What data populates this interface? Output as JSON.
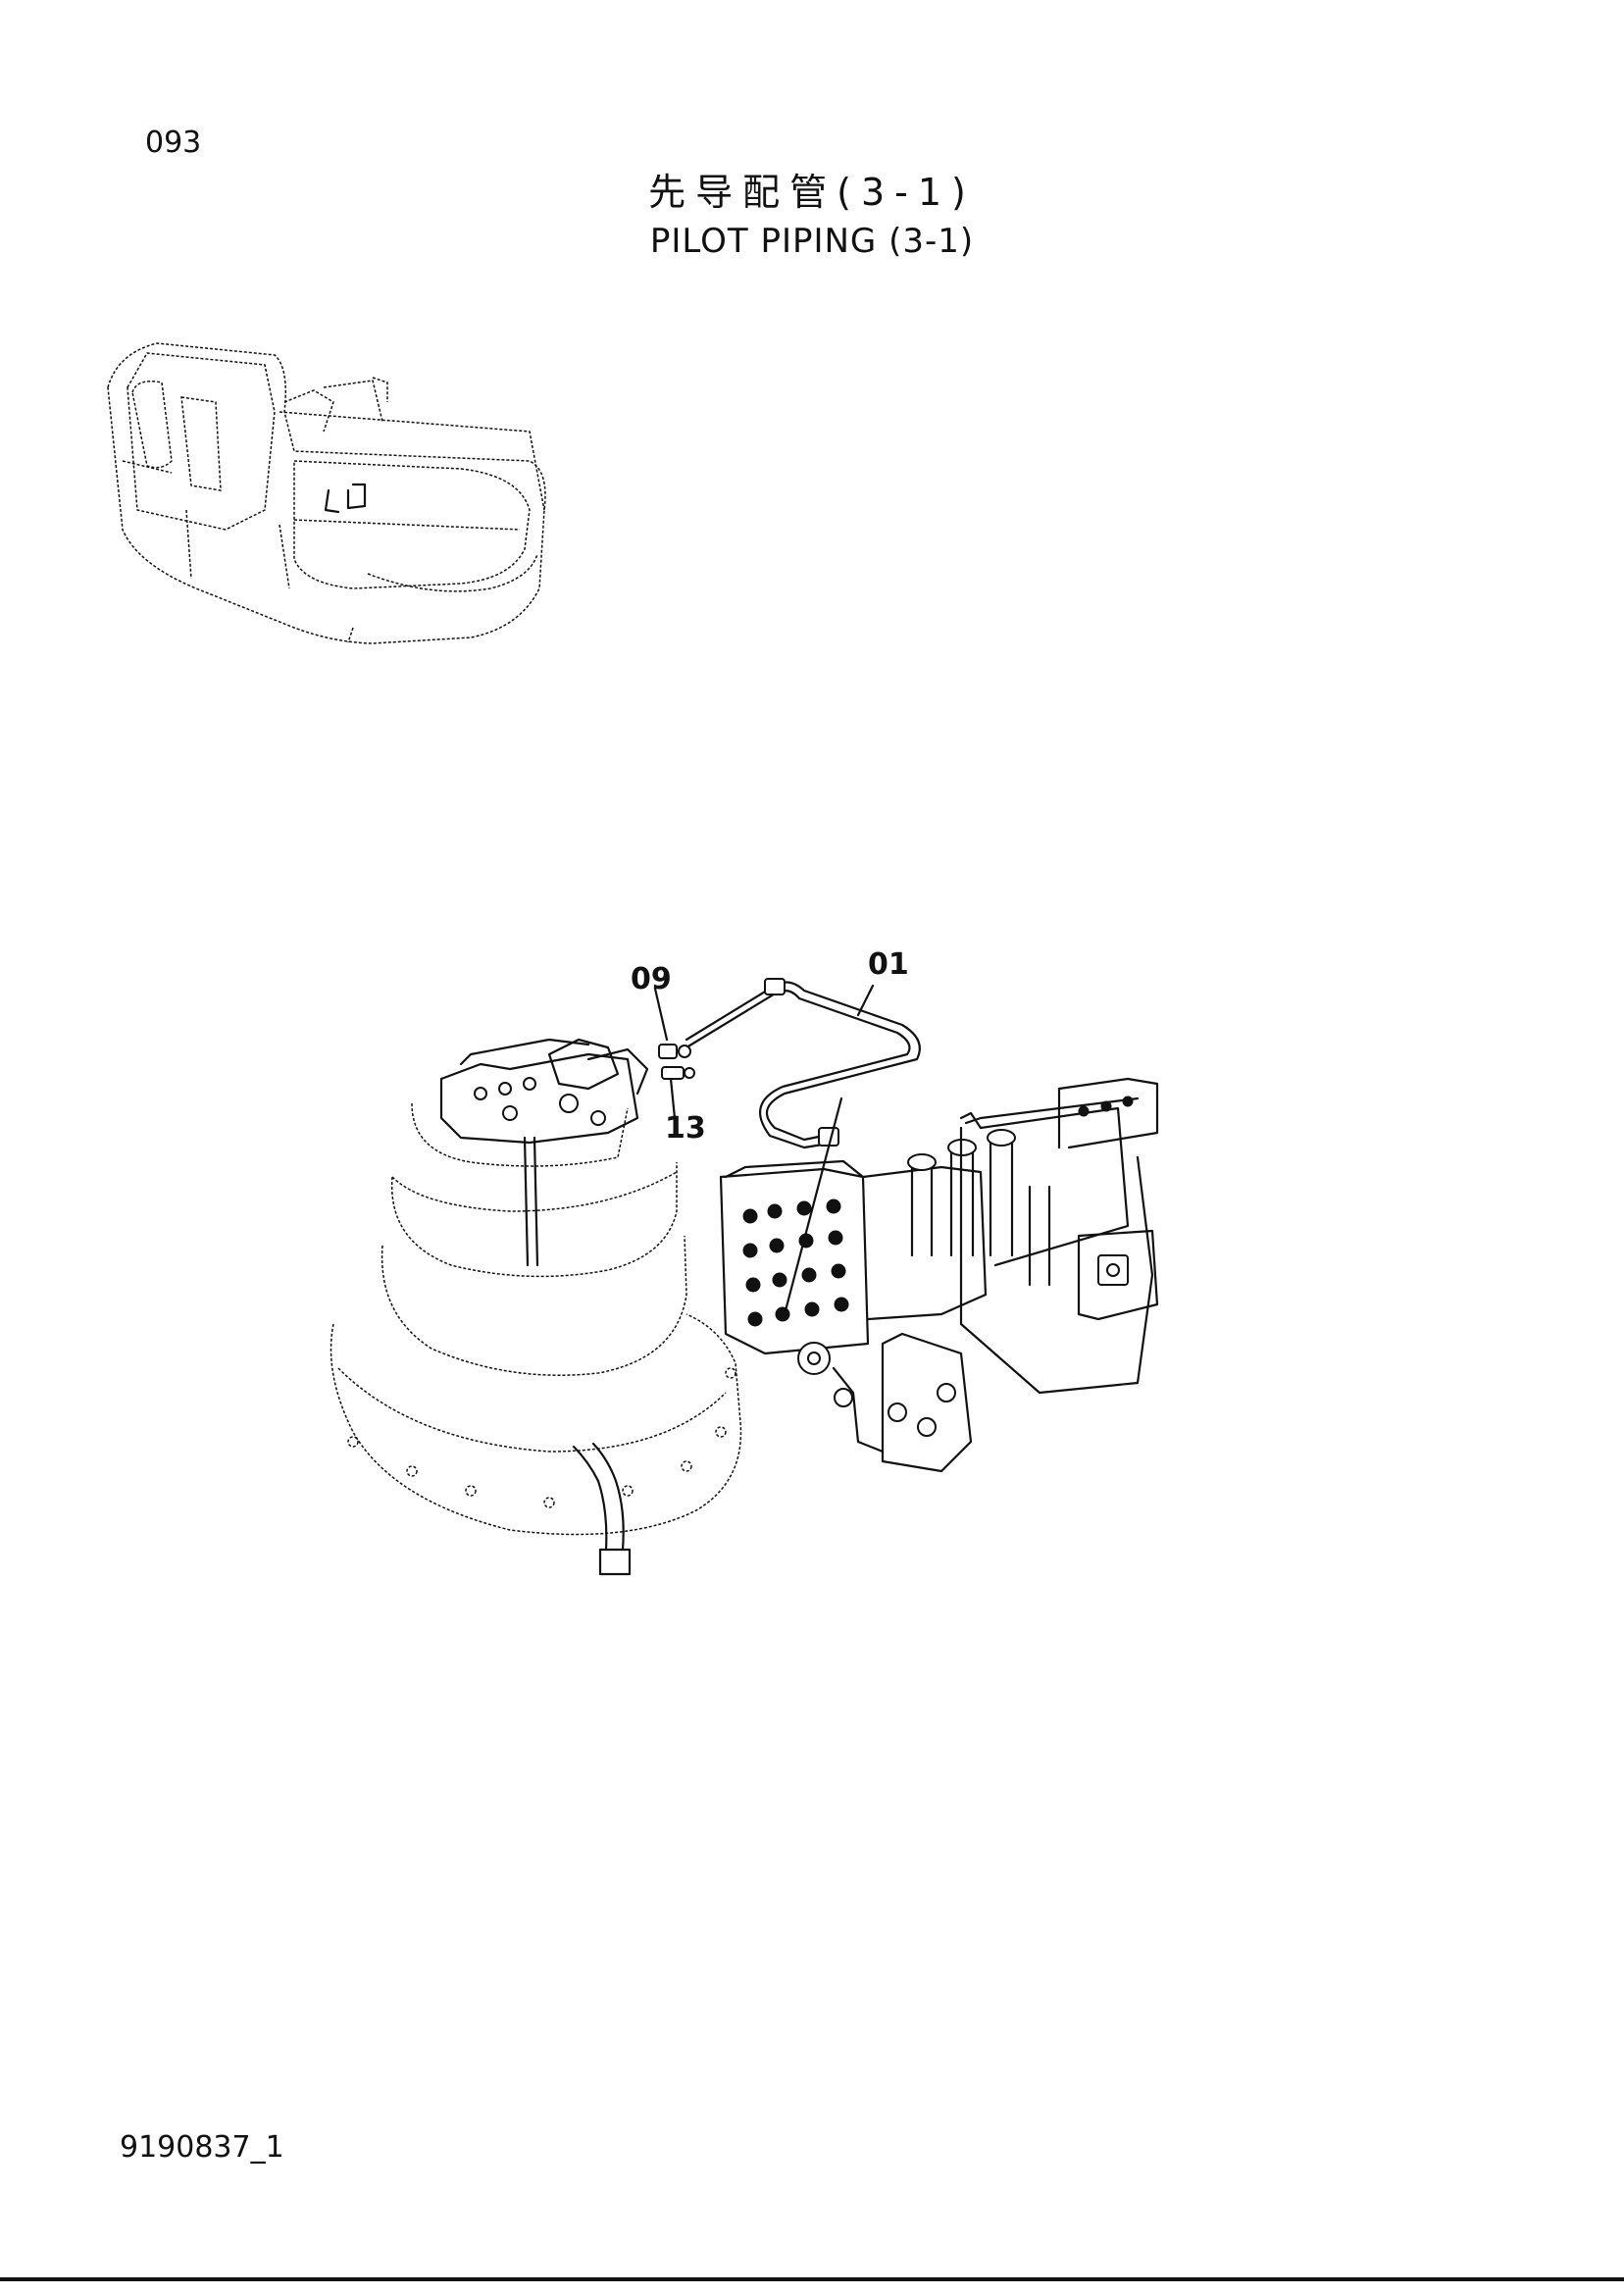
{
  "header": {
    "page_number": "093",
    "title_cn": "先导配管(3-1)",
    "title_en": "PILOT PIPING (3-1)"
  },
  "diagram": {
    "callouts": [
      {
        "id": "c01",
        "label": "01"
      },
      {
        "id": "c09",
        "label": "09"
      },
      {
        "id": "c13",
        "label": "13"
      }
    ]
  },
  "footer": {
    "drawing_id": "9190837_1"
  }
}
